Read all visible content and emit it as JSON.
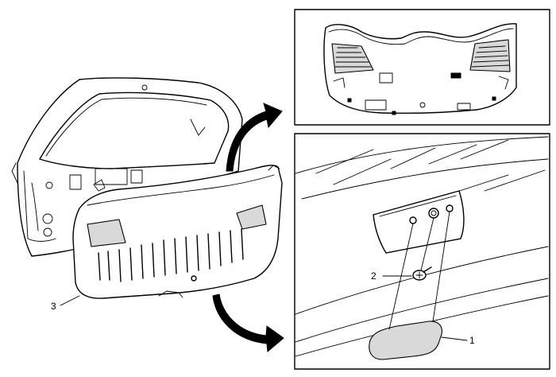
{
  "callouts": {
    "item1": "1",
    "item2": "2",
    "item3": "3"
  },
  "icons": {
    "arrow_up": "curved-arrow-right-up-icon",
    "arrow_down": "curved-arrow-right-down-icon"
  }
}
